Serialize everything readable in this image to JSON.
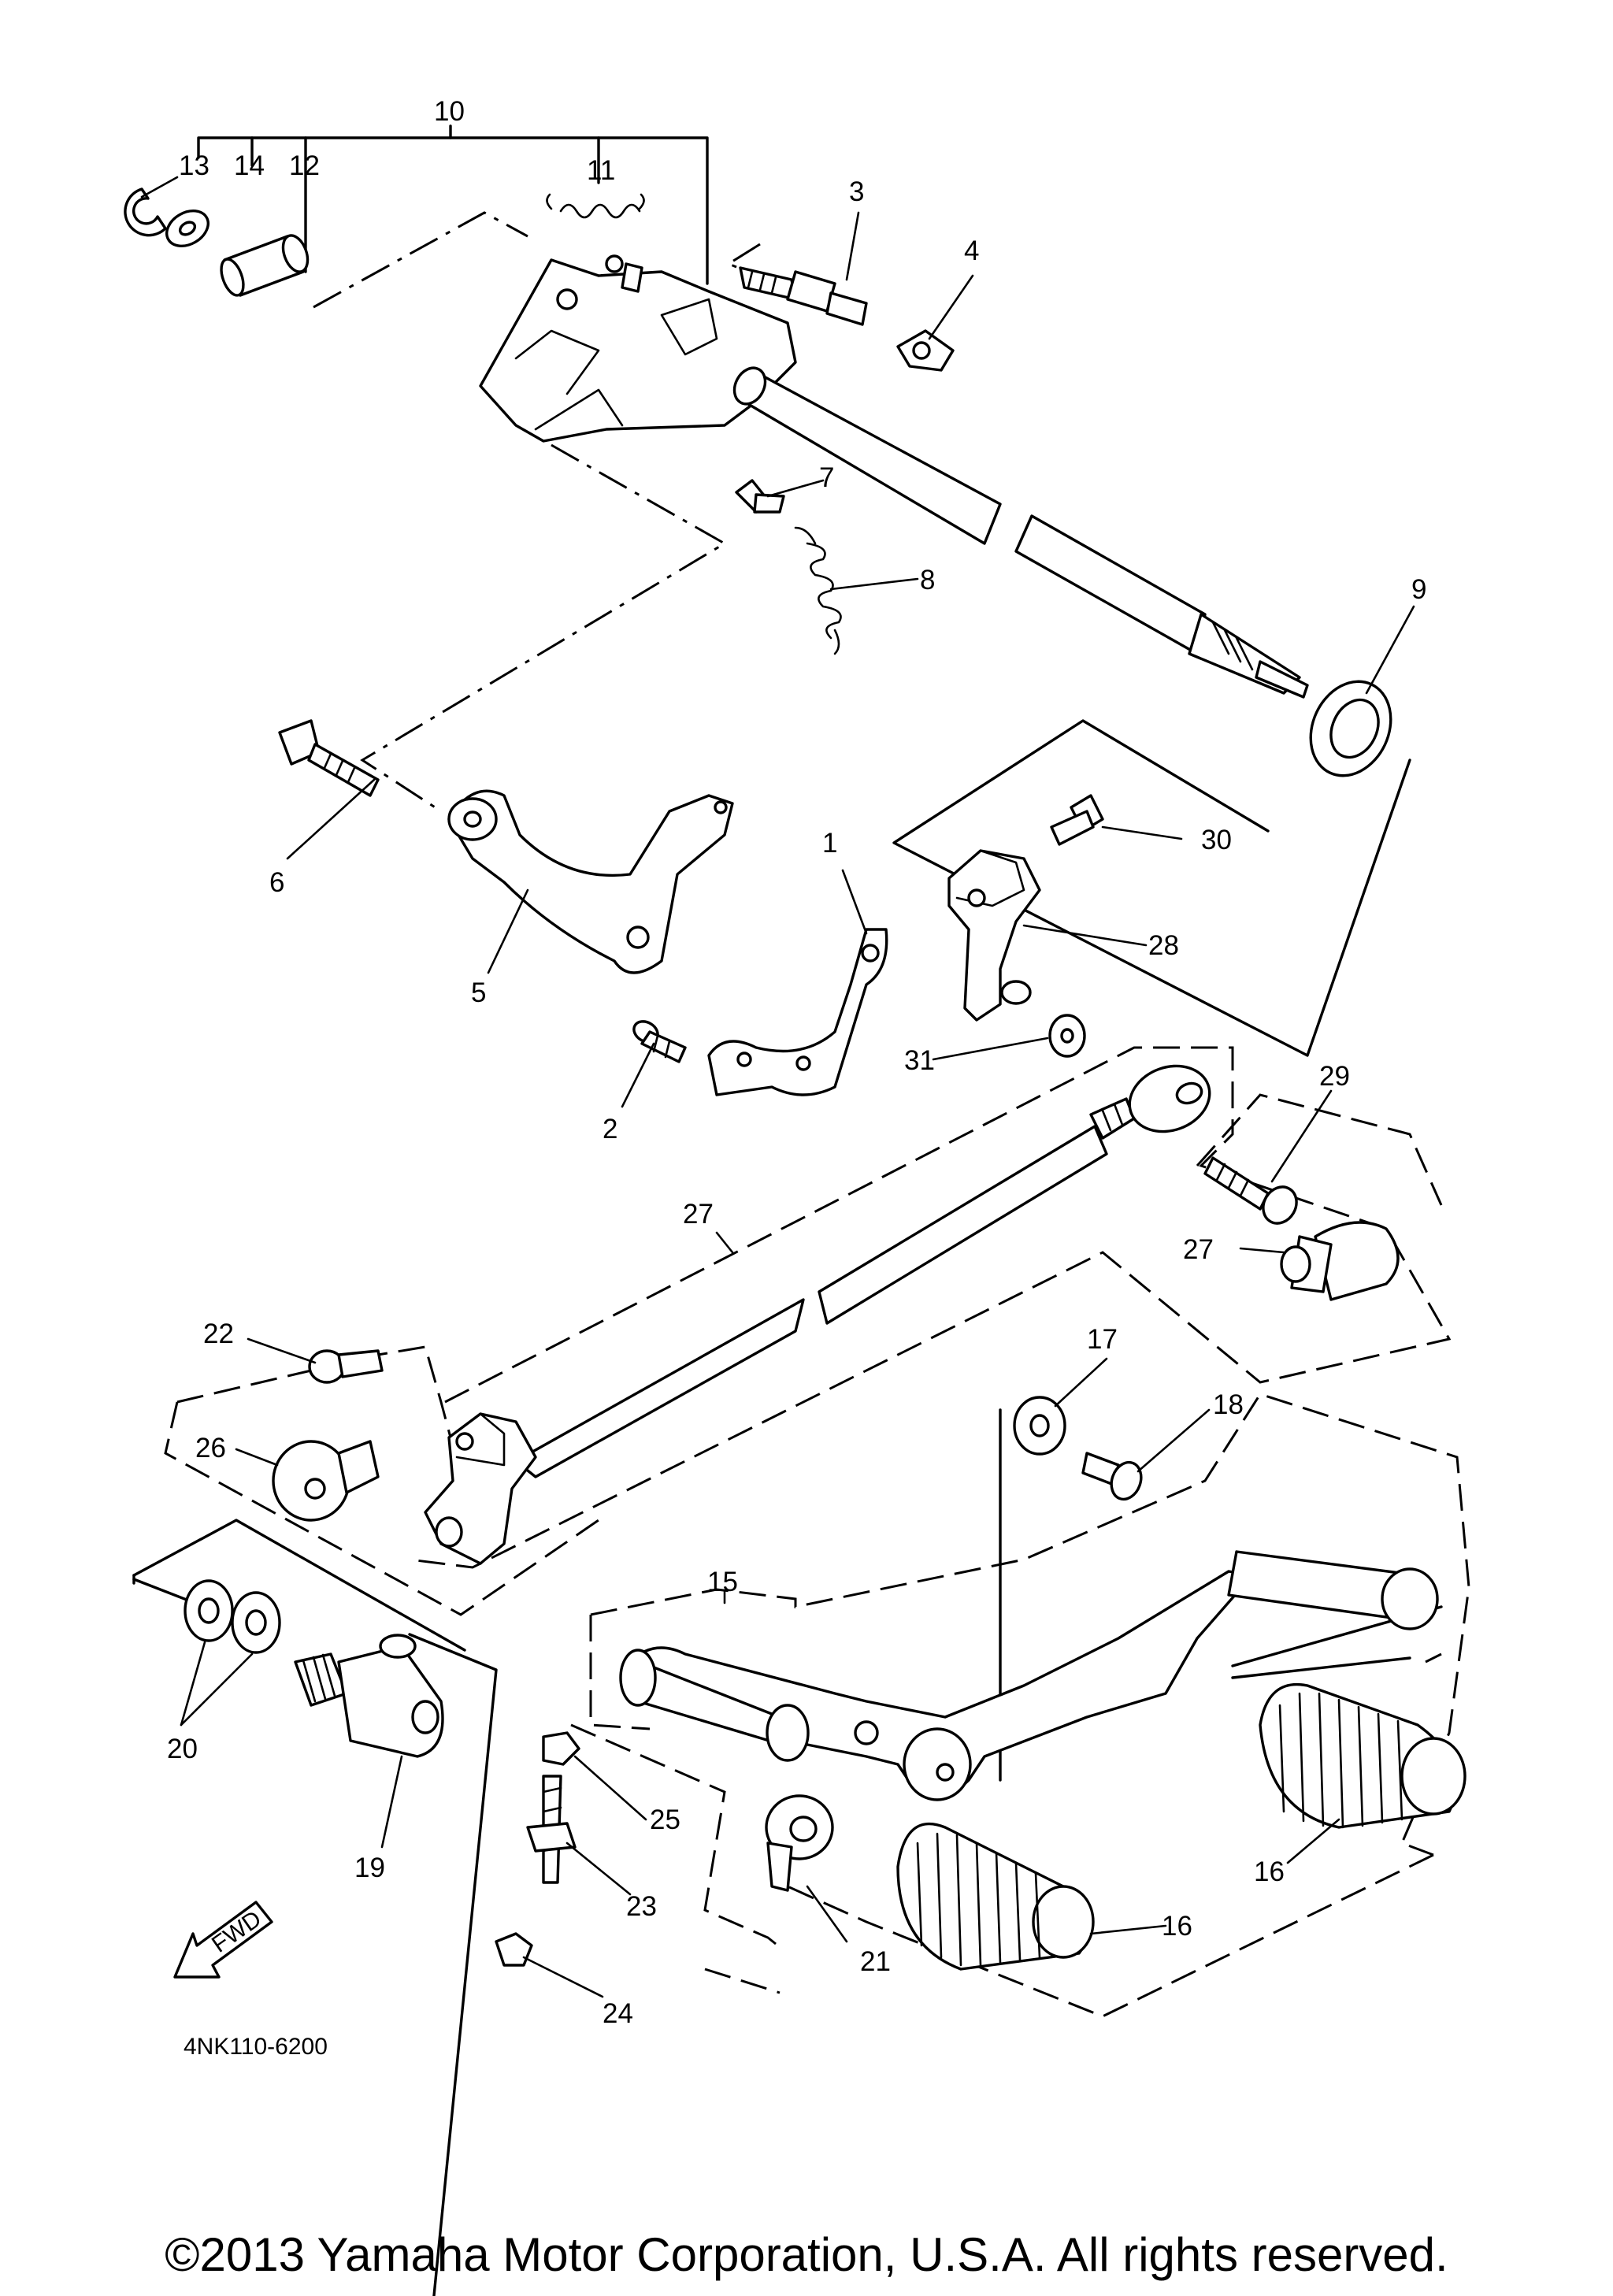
{
  "diagram": {
    "drawing_code": "4NK110-6200",
    "fwd_label": "FWD",
    "labels": [
      "1",
      "2",
      "3",
      "4",
      "5",
      "6",
      "7",
      "8",
      "9",
      "10",
      "11",
      "12",
      "13",
      "14",
      "15",
      "16",
      "16",
      "17",
      "18",
      "19",
      "20",
      "21",
      "22",
      "23",
      "24",
      "25",
      "26",
      "27",
      "27",
      "28",
      "29",
      "30",
      "31"
    ]
  },
  "footer": {
    "copyright": "©2013 Yamaha Motor Corporation, U.S.A. All rights reserved."
  }
}
